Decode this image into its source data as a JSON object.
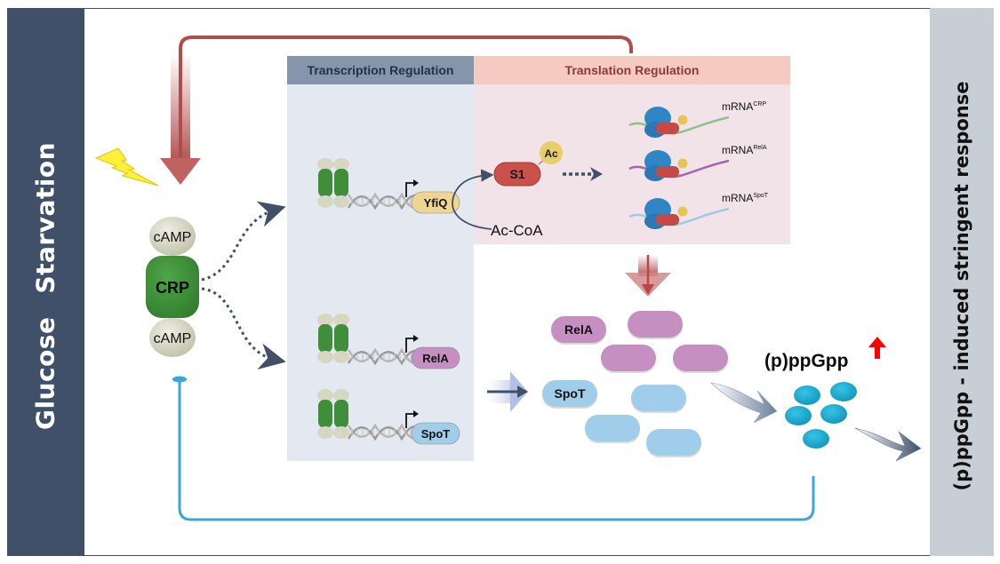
{
  "side_labels": {
    "left_word1": "Glucose",
    "left_word2": "Starvation",
    "right": "(p)ppGpp - induced stringent response"
  },
  "headers": {
    "transcription": "Transcription Regulation",
    "translation": "Translation Regulation"
  },
  "crp_complex": {
    "top_ligand": "cAMP",
    "protein": "CRP",
    "bottom_ligand": "cAMP"
  },
  "genes": [
    {
      "name": "YfiQ",
      "color": "#eed592"
    },
    {
      "name": "RelA",
      "color": "#c58fc2"
    },
    {
      "name": "SpoT",
      "color": "#9fcdea"
    }
  ],
  "acetylation": {
    "protein": "S1",
    "modification": "Ac",
    "donor": "Ac-CoA"
  },
  "mrnas": [
    {
      "base": "mRNA",
      "sup": "CRP",
      "color": "#8dc38a"
    },
    {
      "base": "mRNA",
      "sup": "RelA",
      "color": "#a566b0"
    },
    {
      "base": "mRNA",
      "sup": "SpoT",
      "color": "#9ccbe6"
    }
  ],
  "proteins": {
    "rela_label": "RelA",
    "spot_label": "SpoT"
  },
  "alarmone": {
    "label": "(p)ppGpp",
    "trend": "up"
  },
  "colors": {
    "left_bar": "#3f5068",
    "right_bar": "#c8ced6",
    "transcription_panel": "#e4e8f0",
    "translation_panel": "#f1e3e8",
    "feedback_positive": "#b04c4c",
    "feedback_negative": "#3aa6dc",
    "crp_green": "#3f8f3a",
    "camp_grey": "#dcdcc8",
    "pppgpp_cyan": "#1aa9d0",
    "increase_arrow": "#ff0000"
  }
}
